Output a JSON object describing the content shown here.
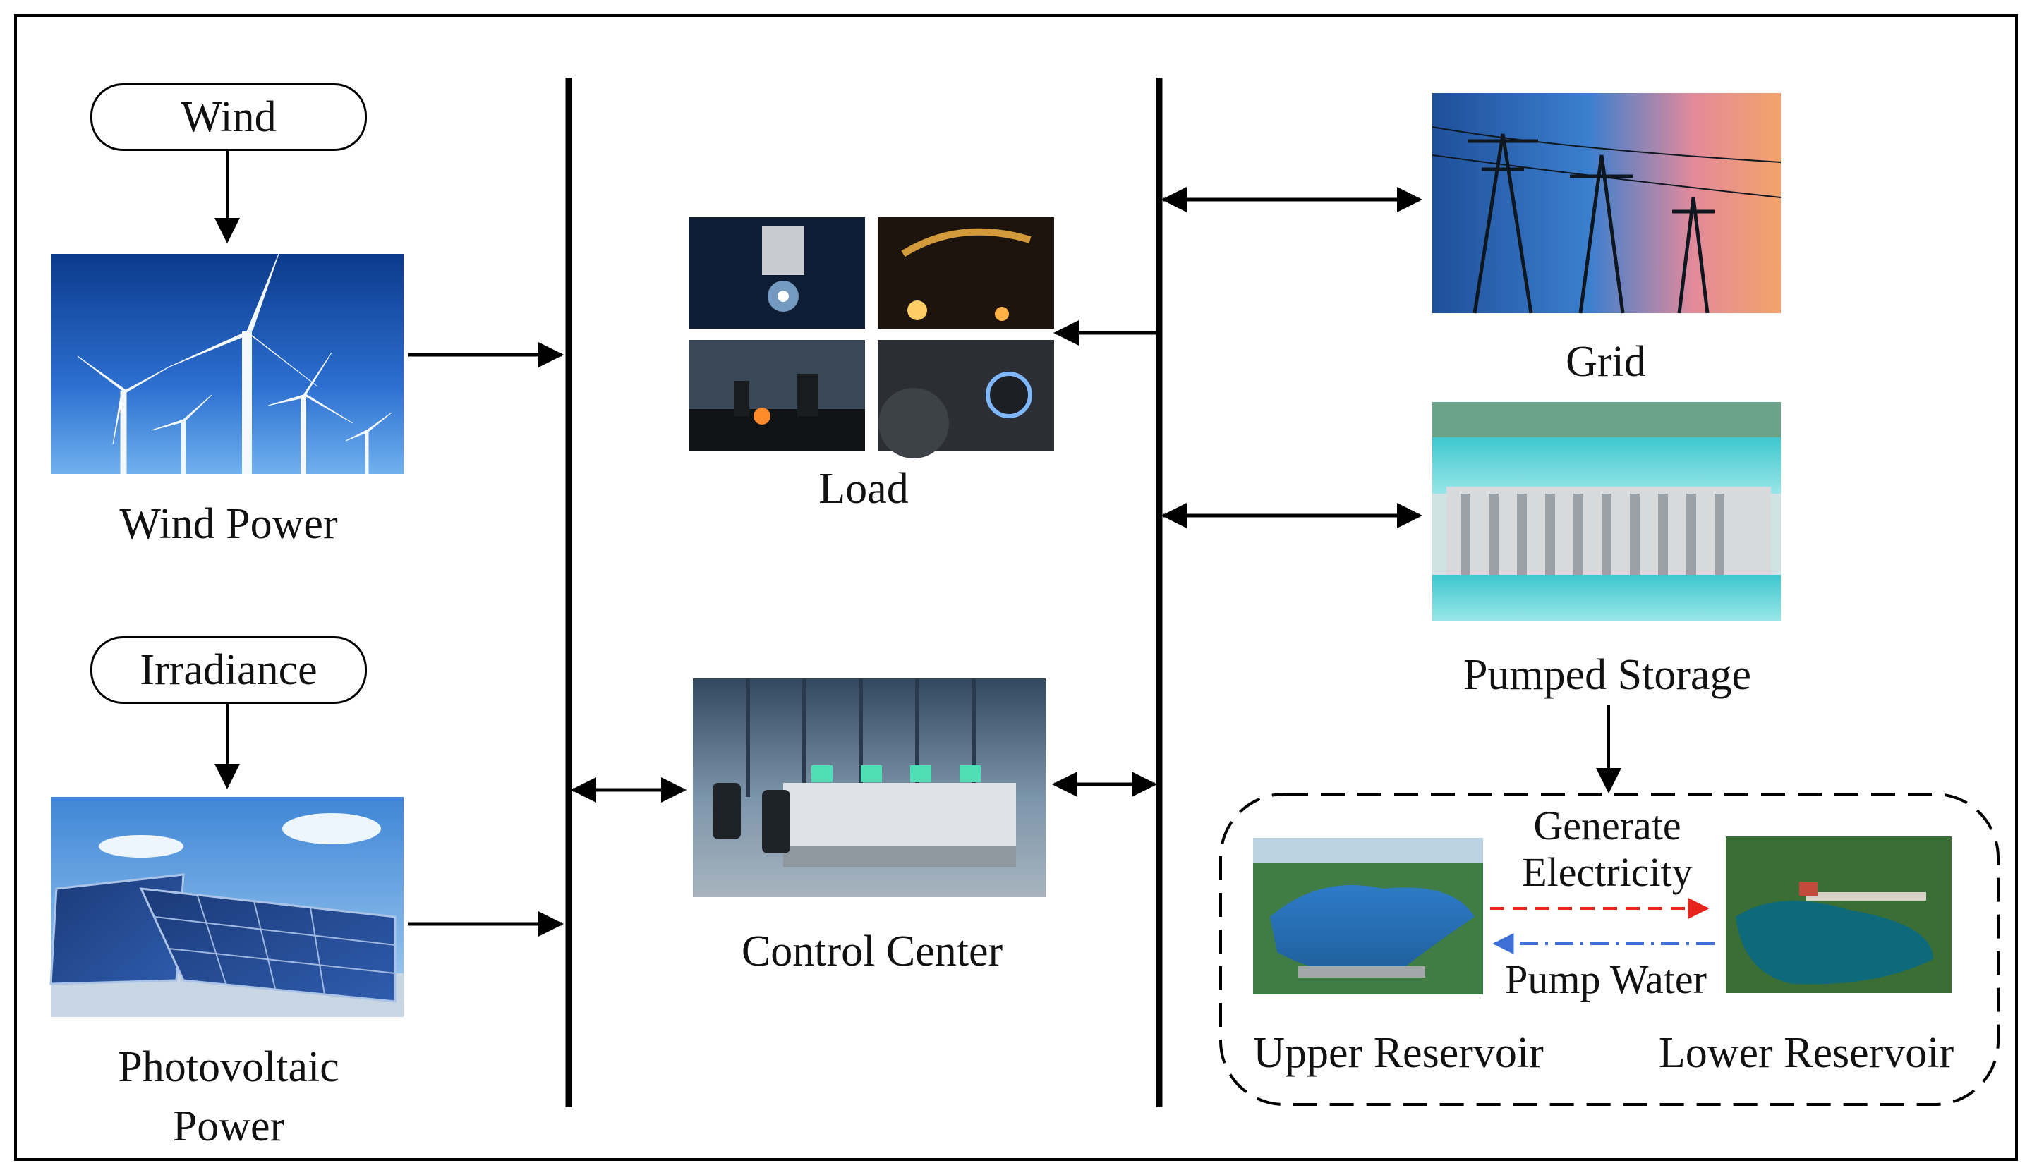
{
  "inputs": {
    "wind": "Wind",
    "irradiance": "Irradiance"
  },
  "sources": {
    "wind_power": "Wind Power",
    "pv_line1": "Photovoltaic",
    "pv_line2": "Power"
  },
  "center": {
    "load": "Load",
    "control_center": "Control Center"
  },
  "right": {
    "grid": "Grid",
    "pumped_storage": "Pumped Storage"
  },
  "reservoir": {
    "generate_line1": "Generate",
    "generate_line2": "Electricity",
    "pump_water": "Pump Water",
    "upper": "Upper Reservoir",
    "lower": "Lower Reservoir"
  },
  "colors": {
    "generate_arrow": "#e8231c",
    "pump_arrow": "#3d6fd6",
    "line": "#000000"
  },
  "icons": [
    "wind-turbines-photo",
    "solar-panels-photo",
    "industrial-load-photos",
    "control-room-photo",
    "transmission-tower-photo",
    "hydro-dam-photo",
    "upper-reservoir-photo",
    "lower-reservoir-photo"
  ]
}
